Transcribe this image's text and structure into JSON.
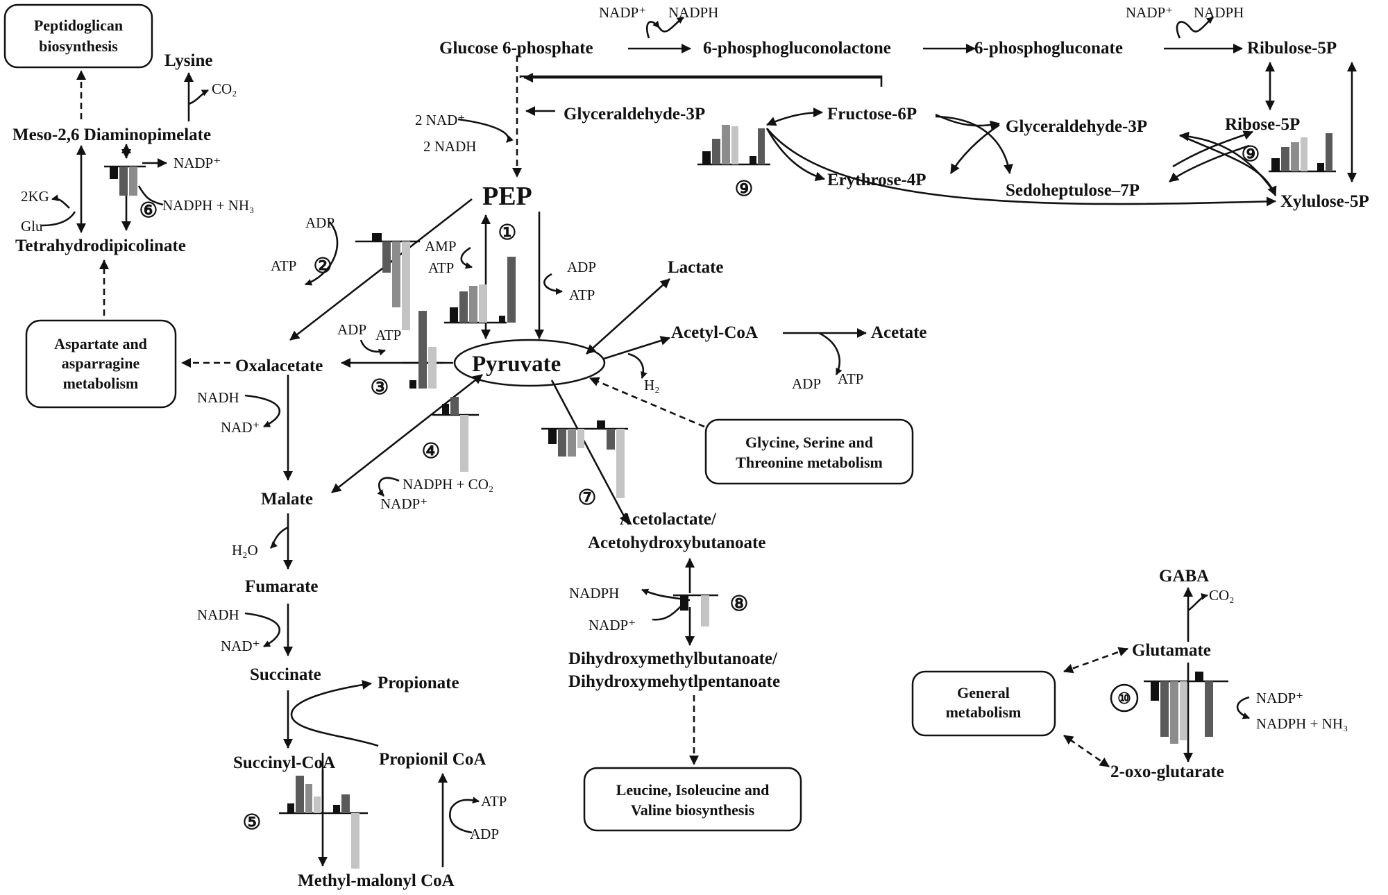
{
  "metabolites": {
    "glucose6p": "Glucose 6-phosphate",
    "pgl": "6-phosphogluconolactone",
    "pgn": "6-phosphogluconate",
    "ribulose5p": "Ribulose-5P",
    "ribose5p": "Ribose-5P",
    "xylulose5p": "Xylulose-5P",
    "ga3p_left": "Glyceraldehyde-3P",
    "ga3p_right": "Glyceraldehyde-3P",
    "fructose6p": "Fructose-6P",
    "erythrose4p": "Erythrose-4P",
    "sedoheptulose7p": "Sedoheptulose–7P",
    "pep": "PEP",
    "pyruvate": "Pyruvate",
    "lactate": "Lactate",
    "acetylcoa": "Acetyl-CoA",
    "acetate": "Acetate",
    "oxalacetate": "Oxalacetate",
    "malate": "Malate",
    "fumarate": "Fumarate",
    "succinate": "Succinate",
    "propionate": "Propionate",
    "succinylcoa": "Succinyl-CoA",
    "propionilcoa": "Propionil CoA",
    "methylmalonylcoa": "Methyl-malonyl CoA",
    "acetolactate1": "Acetolactate/",
    "acetolactate2": "Acetohydroxybutanoate",
    "dihydroxy1": "Dihydroxymethylbutanoate/",
    "dihydroxy2": "Dihydroxymehytlpentanoate",
    "lysine": "Lysine",
    "meso": "Meso-2,6 Diaminopimelate",
    "thdp": "Tetrahydrodipicolinate",
    "gaba": "GABA",
    "glutamate": "Glutamate",
    "oxoglutarate": "2-oxo-glutarate"
  },
  "cofactors": {
    "nadp_ox": "NADP⁺",
    "nadph": "NADPH",
    "nad_2": "2 NAD⁺",
    "nadh_2": "2 NADH",
    "adp": "ADP",
    "atp": "ATP",
    "amp": "AMP",
    "nadh": "NADH",
    "nad": "NAD⁺",
    "h2o": "H₂O",
    "h2": "H₂",
    "co2": "CO₂",
    "nadph_co2": "NADPH + CO₂",
    "nadph_nh3": "NADPH + NH₃",
    "kg2": "2KG",
    "glu": "Glu"
  },
  "boxes": {
    "peptidoglycan": [
      "Peptidoglican",
      "biosynthesis"
    ],
    "aspartate": [
      "Aspartate and",
      "asparragine",
      "metabolism"
    ],
    "glycine": [
      "Glycine, Serine and",
      "Threonine metabolism"
    ],
    "leucine": [
      "Leucine, Isoleucine and",
      "Valine biosynthesis"
    ],
    "general": [
      "General",
      "metabolism"
    ]
  },
  "enzyme_numbers": [
    "①",
    "②",
    "③",
    "④",
    "⑤",
    "⑥",
    "⑦",
    "⑧",
    "⑨",
    "⑨",
    "⑩"
  ],
  "colors": {
    "ink": "#111111",
    "bar_black": "#111111",
    "bar_darkgray": "#5a5a5a",
    "bar_gray": "#8c8c8c",
    "bar_lightgray": "#c4c4c4"
  }
}
